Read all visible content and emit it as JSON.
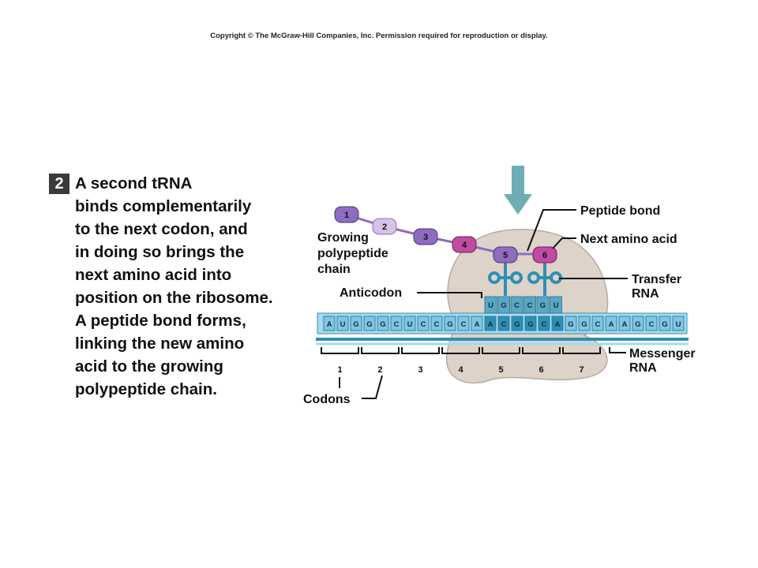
{
  "copyright": "Copyright © The McGraw-Hill Companies, Inc. Permission required for reproduction or display.",
  "step": {
    "number": "2",
    "lines": [
      "A second tRNA",
      "binds complementarily",
      "to the next codon, and",
      "in doing so brings the",
      "next amino acid into",
      "position on the ribosome.",
      "A peptide bond forms,",
      "linking the new amino",
      "acid to the growing",
      "polypeptide chain."
    ]
  },
  "diagram": {
    "labels": {
      "growing_chain": [
        "Growing",
        "polypeptide",
        "chain"
      ],
      "peptide_bond": "Peptide bond",
      "next_amino_acid": "Next amino acid",
      "transfer_rna": [
        "Transfer",
        "RNA"
      ],
      "anticodon": "Anticodon",
      "messenger_rna": [
        "Messenger",
        "RNA"
      ],
      "codons": "Codons"
    },
    "amino_acids": [
      "1",
      "2",
      "3",
      "4",
      "5",
      "6"
    ],
    "mrna_bases": [
      "A",
      "U",
      "G",
      "G",
      "G",
      "C",
      "U",
      "C",
      "C",
      "G",
      "C",
      "A",
      "A",
      "C",
      "G",
      "G",
      "C",
      "A",
      "G",
      "G",
      "C",
      "A",
      "A",
      "G",
      "C",
      "G",
      "U"
    ],
    "anticodon_bases": [
      "U",
      "G",
      "C",
      "C",
      "G",
      "U"
    ],
    "codon_numbers": [
      "1",
      "2",
      "3",
      "4",
      "5",
      "6",
      "7"
    ],
    "colors": {
      "ribosome": "#ddd3c9",
      "mrna": "#a9d9ec",
      "mrna_dark": "#2f8fb5",
      "trna": "#5aa7c4",
      "amino_purple": "#8e6cc0",
      "amino_light": "#d7c3e6",
      "amino_magenta": "#c24aa0",
      "arrow": "#6fadb6"
    }
  }
}
